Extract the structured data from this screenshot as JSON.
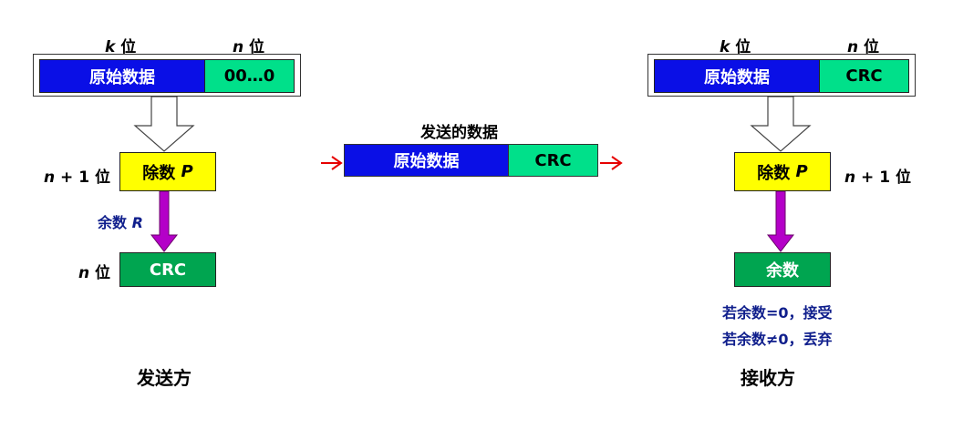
{
  "sender": {
    "k_label_var": "k",
    "k_label_unit": "位",
    "n_label_var": "n",
    "n_label_unit": "位",
    "data_label": "原始数据",
    "zeros_label": "00…0",
    "n1_label_var": "n",
    "n1_label_rest": "+ 1 位",
    "divisor_label": "除数",
    "divisor_var": "P",
    "remainder_label": "余数",
    "remainder_var": "R",
    "nbit_var": "n",
    "nbit_unit": "位",
    "crc_label": "CRC",
    "caption": "发送方"
  },
  "transfer": {
    "title": "发送的数据",
    "data_label": "原始数据",
    "crc_label": "CRC"
  },
  "receiver": {
    "k_label_var": "k",
    "k_label_unit": "位",
    "n_label_var": "n",
    "n_label_unit": "位",
    "data_label": "原始数据",
    "crc_label": "CRC",
    "divisor_label": "除数",
    "divisor_var": "P",
    "n1_label_var": "n",
    "n1_label_rest": "+ 1 位",
    "remainder_label": "余数",
    "rule_accept": "若余数=0，接受",
    "rule_discard": "若余数≠0，丢弃",
    "caption": "接收方"
  },
  "colors": {
    "sender_panel": "#00f0ff",
    "receiver_panel": "#a0ffd0",
    "blue_block": "#0a0fe6",
    "green_block": "#00e08a",
    "yellow_block": "#ffff00",
    "dark_green_block": "#00a550",
    "remainder_arrow": "#b400c8",
    "transfer_arrow": "#e60000"
  }
}
